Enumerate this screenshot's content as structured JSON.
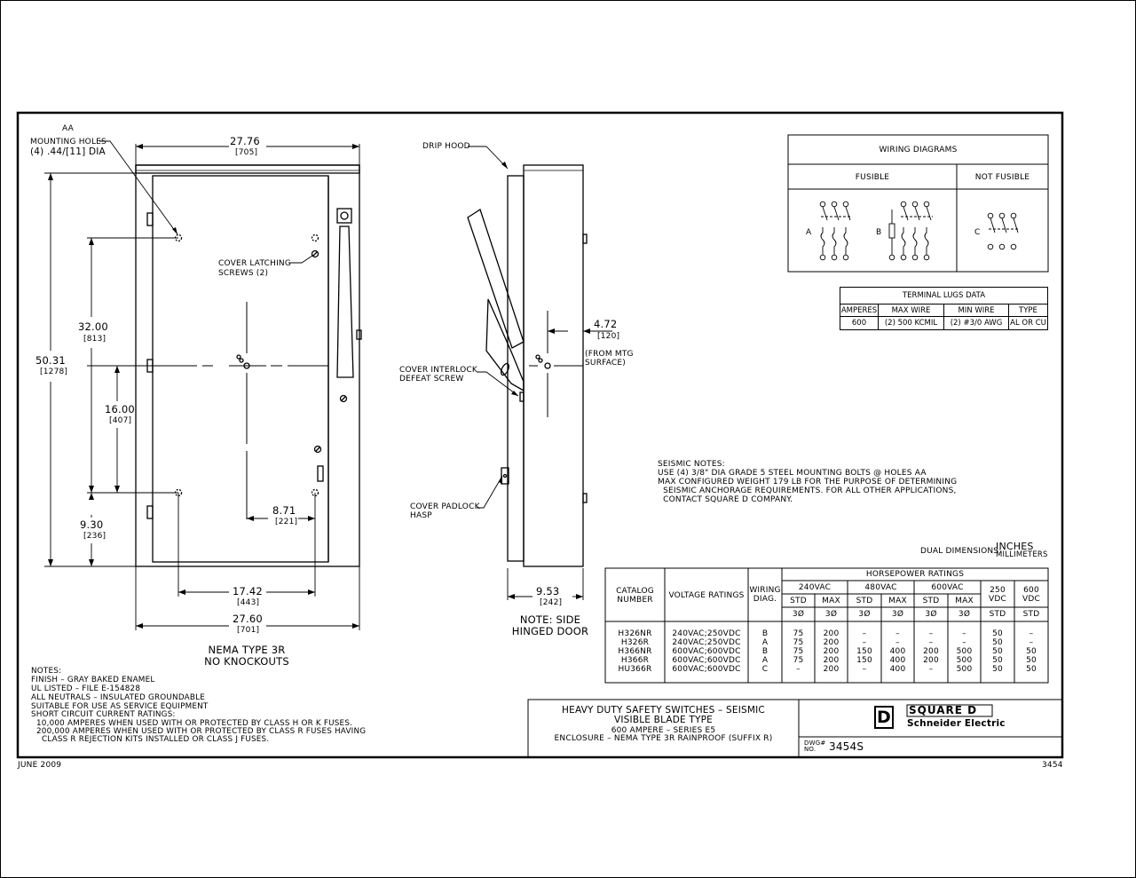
{
  "border": {
    "stroke": "#000000",
    "frame_bg": "#ffffff"
  },
  "front_view": {
    "aa_label": "AA",
    "mounting_holes_label": "MOUNTING HOLES",
    "mounting_holes_value": "(4) .44/[11] DIA",
    "width_top": "27.76",
    "width_top_mm": "[705]",
    "cover_latching_1": "COVER LATCHING",
    "cover_latching_2": "SCREWS (2)",
    "height_total": "50.31",
    "height_total_mm": "[1278]",
    "dim_32": "32.00",
    "dim_32_mm": "[813]",
    "dim_16": "16.00",
    "dim_16_mm": "[407]",
    "dim_930": "9.30",
    "dim_930_mm": "[236]",
    "dim_871": "8.71",
    "dim_871_mm": "[221]",
    "dim_1742": "17.42",
    "dim_1742_mm": "[443]",
    "width_bottom": "27.60",
    "width_bottom_mm": "[701]",
    "nema_1": "NEMA TYPE 3R",
    "nema_2": "NO KNOCKOUTS"
  },
  "side_view": {
    "drip_hood": "DRIP HOOD",
    "interlock_1": "COVER INTERLOCK",
    "interlock_2": "DEFEAT SCREW",
    "padlock_1": "COVER PADLOCK",
    "padlock_2": "HASP",
    "dim_472": "4.72",
    "dim_472_mm": "[120]",
    "from_mtg_1": "(FROM MTG",
    "from_mtg_2": "SURFACE)",
    "dim_953": "9.53",
    "dim_953_mm": "[242]",
    "note_1": "NOTE: SIDE",
    "note_2": "HINGED DOOR"
  },
  "wiring": {
    "title": "WIRING DIAGRAMS",
    "fusible": "FUSIBLE",
    "not_fusible": "NOT FUSIBLE",
    "a": "A",
    "b": "B",
    "c": "C"
  },
  "lugs": {
    "title": "TERMINAL LUGS DATA",
    "headers": [
      "AMPERES",
      "MAX WIRE",
      "MIN WIRE",
      "TYPE"
    ],
    "row": [
      "600",
      "(2) 500 KCMIL",
      "(2) #3/0 AWG",
      "AL OR CU"
    ]
  },
  "seismic_notes": [
    "SEISMIC NOTES:",
    "USE (4) 3/8\" DIA GRADE 5 STEEL MOUNTING BOLTS @ HOLES AA",
    "MAX CONFIGURED WEIGHT 179 LB FOR THE PURPOSE OF DETERMINING",
    "  SEISMIC ANCHORAGE REQUIREMENTS. FOR ALL OTHER APPLICATIONS,",
    "  CONTACT SQUARE D COMPANY."
  ],
  "dual_dimensions": {
    "label": "DUAL DIMENSIONS:",
    "inches": "INCHES",
    "mm": "MILLIMETERS"
  },
  "ratings": {
    "hp_title": "HORSEPOWER RATINGS",
    "catalog_1": "CATALOG",
    "catalog_2": "NUMBER",
    "voltage": "VOLTAGE RATINGS",
    "wiring_1": "WIRING",
    "wiring_2": "DIAG.",
    "v240": "240VAC",
    "v480": "480VAC",
    "v600": "600VAC",
    "v250dc_1": "250",
    "v250dc_2": "VDC",
    "v600dc_1": "600",
    "v600dc_2": "VDC",
    "std": "STD",
    "max": "MAX",
    "phase": "3Ø",
    "rows": [
      [
        "H326NR",
        "240VAC;250VDC",
        "B",
        "75",
        "200",
        "–",
        "–",
        "–",
        "–",
        "50",
        "–"
      ],
      [
        "H326R",
        "240VAC;250VDC",
        "A",
        "75",
        "200",
        "–",
        "–",
        "–",
        "–",
        "50",
        "–"
      ],
      [
        "H366NR",
        "600VAC;600VDC",
        "B",
        "75",
        "200",
        "150",
        "400",
        "200",
        "500",
        "50",
        "50"
      ],
      [
        "H366R",
        "600VAC;600VDC",
        "A",
        "75",
        "200",
        "150",
        "400",
        "200",
        "500",
        "50",
        "50"
      ],
      [
        "HU366R",
        "600VAC;600VDC",
        "C",
        "–",
        "200",
        "–",
        "400",
        "–",
        "500",
        "50",
        "50"
      ]
    ]
  },
  "notes": [
    "NOTES:",
    "FINISH – GRAY BAKED ENAMEL",
    "UL LISTED – FILE E-154828",
    "ALL NEUTRALS – INSULATED GROUNDABLE",
    "SUITABLE FOR USE AS SERVICE EQUIPMENT",
    "SHORT CIRCUIT CURRENT RATINGS:",
    "  10,000 AMPERES WHEN USED WITH OR PROTECTED BY CLASS H OR K FUSES.",
    "  200,000 AMPERES WHEN USED WITH OR PROTECTED BY CLASS R FUSES HAVING",
    "    CLASS R REJECTION KITS INSTALLED OR CLASS J FUSES."
  ],
  "title_block": {
    "line1": "HEAVY DUTY SAFETY SWITCHES – SEISMIC",
    "line2": "VISIBLE BLADE TYPE",
    "line3": "600 AMPERE – SERIES E5",
    "line4": "ENCLOSURE – NEMA TYPE 3R RAINPROOF (SUFFIX R)",
    "brand": "SQUARE D",
    "brand_sub": "Schneider Electric",
    "logo_letter": "D",
    "dwg_1": "DWG#",
    "dwg_2": "NO.",
    "dwg_no": "3454S"
  },
  "footer": {
    "date": "JUNE 2009",
    "sheet": "3454"
  }
}
